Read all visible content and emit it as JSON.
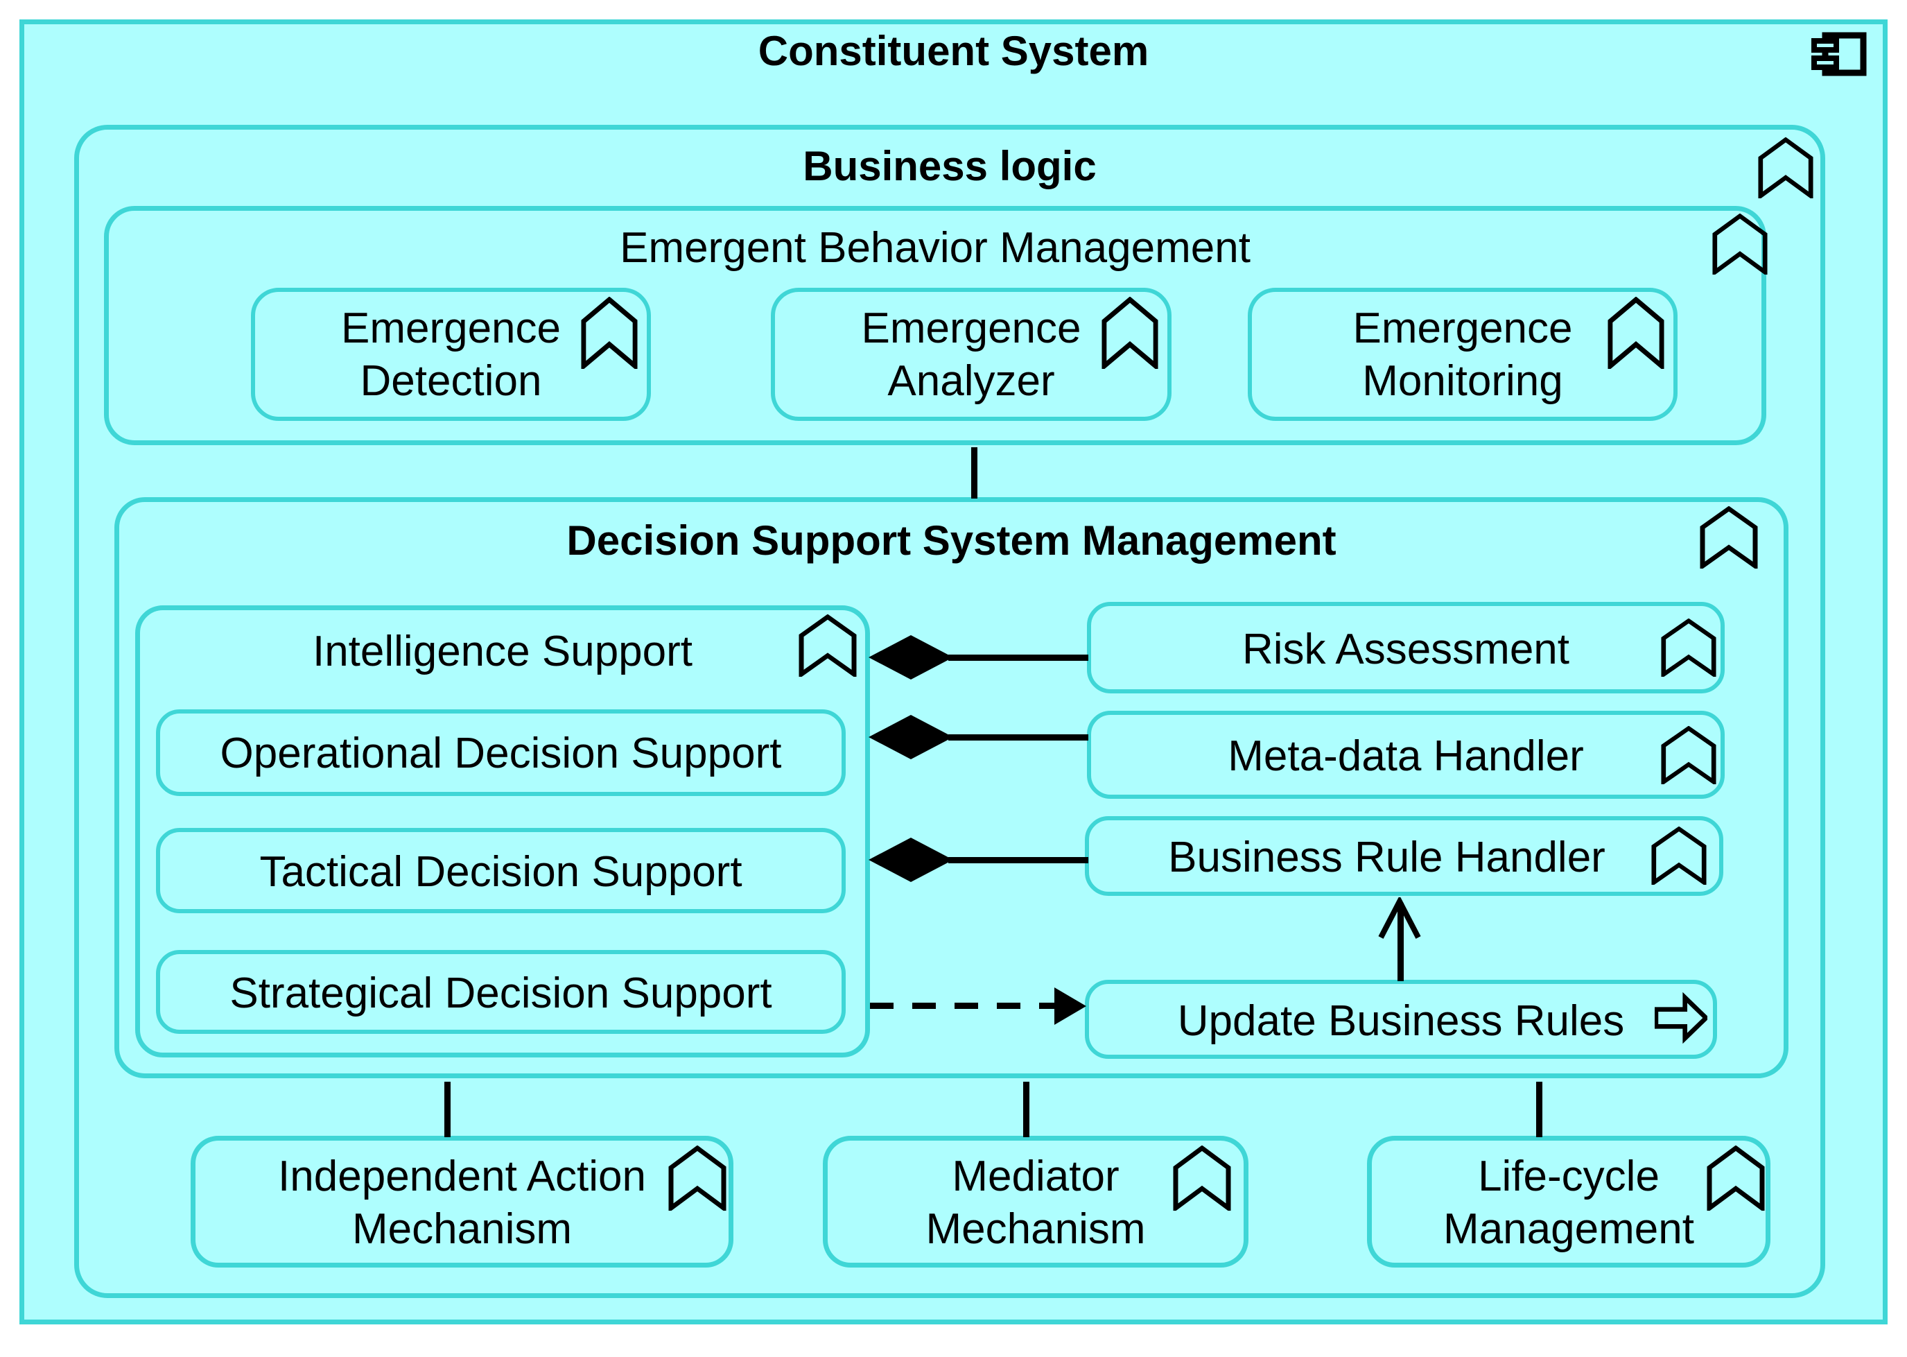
{
  "colors": {
    "canvas": "#ffffff",
    "fill": "#aefefe",
    "border": "#3fd6d6",
    "line": "#000000",
    "text": "#000000"
  },
  "diagram": {
    "title": "Constituent System",
    "component_icon": "uml-component-icon",
    "business_logic": {
      "title": "Business logic",
      "badge_icon": "double-chevron-up-icon",
      "emergent_behavior_management": {
        "title": "Emergent Behavior Management",
        "components": [
          {
            "line1": "Emergence",
            "line2": "Detection"
          },
          {
            "line1": "Emergence",
            "line2": "Analyzer"
          },
          {
            "line1": "Emergence",
            "line2": "Monitoring"
          }
        ]
      },
      "decision_support_system_management": {
        "title": "Decision Support System Management",
        "intelligence_support": {
          "title": "Intelligence Support",
          "children": [
            "Operational Decision Support",
            "Tactical Decision Support",
            "Strategical Decision Support"
          ]
        },
        "handlers": [
          "Risk Assessment",
          "Meta-data Handler",
          "Business Rule Handler"
        ],
        "update_action": {
          "label": "Update Business Rules",
          "icon": "open-right-arrow-icon"
        }
      },
      "mechanisms": [
        {
          "line1": "Independent Action",
          "line2": "Mechanism"
        },
        {
          "line1": "Mediator",
          "line2": "Mechanism"
        },
        {
          "line1": "Life-cycle",
          "line2": "Management"
        }
      ]
    },
    "relations": {
      "compositions": [
        "Intelligence Support ◆— Risk Assessment",
        "Intelligence Support ◆— Meta-data Handler",
        "Intelligence Support ◆— Business Rule Handler"
      ],
      "dashed_dependency": "Strategical Decision Support ⇢ Update Business Rules",
      "update_arrow": "Update Business Rules ↑ Business Rule Handler"
    }
  }
}
